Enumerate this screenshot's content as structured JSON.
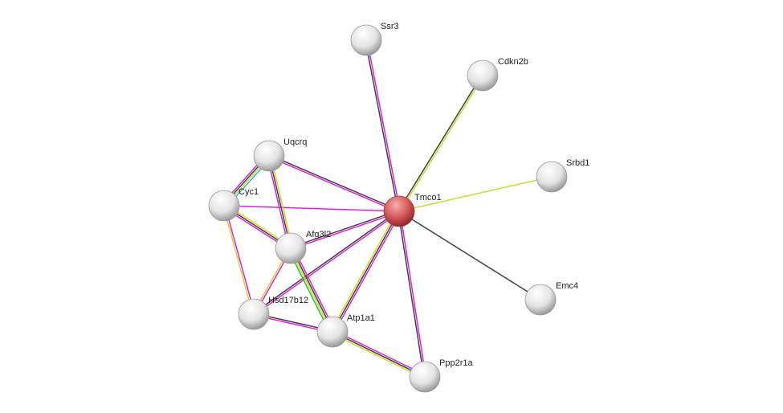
{
  "colors": {
    "magenta": "#e020e0",
    "dark": "#404040",
    "yellow": "#c8dc28",
    "cyan": "#30b8e0",
    "green": "#28c028",
    "query": "#d05050",
    "node": "#e8e8e8"
  },
  "nodes": [
    {
      "id": "Ssr3",
      "label": "Ssr3",
      "query": false
    },
    {
      "id": "Cdkn2b",
      "label": "Cdkn2b",
      "query": false
    },
    {
      "id": "Srbd1",
      "label": "Srbd1",
      "query": false
    },
    {
      "id": "Tmco1",
      "label": "Tmco1",
      "query": true
    },
    {
      "id": "Emc4",
      "label": "Emc4",
      "query": false
    },
    {
      "id": "Uqcrq",
      "label": "Uqcrq",
      "query": false
    },
    {
      "id": "Cyc1",
      "label": "Cyc1",
      "query": false
    },
    {
      "id": "Afg3l2",
      "label": "Afg3l2",
      "query": false
    },
    {
      "id": "Hsd17b12",
      "label": "Hsd17b12",
      "query": false
    },
    {
      "id": "Atp1a1",
      "label": "Atp1a1",
      "query": false
    },
    {
      "id": "Ppp2r1a",
      "label": "Ppp2r1a",
      "query": false
    }
  ],
  "edges": [
    {
      "a": "Ssr3",
      "b": "Tmco1",
      "types": [
        "magenta",
        "dark"
      ]
    },
    {
      "a": "Cdkn2b",
      "b": "Tmco1",
      "types": [
        "yellow",
        "dark"
      ]
    },
    {
      "a": "Srbd1",
      "b": "Tmco1",
      "types": [
        "yellow"
      ]
    },
    {
      "a": "Emc4",
      "b": "Tmco1",
      "types": [
        "dark"
      ]
    },
    {
      "a": "Uqcrq",
      "b": "Tmco1",
      "types": [
        "dark",
        "magenta"
      ]
    },
    {
      "a": "Cyc1",
      "b": "Tmco1",
      "types": [
        "magenta"
      ]
    },
    {
      "a": "Afg3l2",
      "b": "Tmco1",
      "types": [
        "dark",
        "magenta"
      ]
    },
    {
      "a": "Hsd17b12",
      "b": "Tmco1",
      "types": [
        "dark",
        "magenta"
      ]
    },
    {
      "a": "Atp1a1",
      "b": "Tmco1",
      "types": [
        "yellow",
        "dark",
        "magenta"
      ]
    },
    {
      "a": "Ppp2r1a",
      "b": "Tmco1",
      "types": [
        "dark",
        "magenta"
      ]
    },
    {
      "a": "Uqcrq",
      "b": "Cyc1",
      "types": [
        "cyan",
        "yellow",
        "dark",
        "magenta"
      ]
    },
    {
      "a": "Uqcrq",
      "b": "Afg3l2",
      "types": [
        "yellow",
        "dark",
        "magenta"
      ]
    },
    {
      "a": "Cyc1",
      "b": "Afg3l2",
      "types": [
        "yellow",
        "dark",
        "magenta"
      ]
    },
    {
      "a": "Cyc1",
      "b": "Hsd17b12",
      "types": [
        "magenta",
        "yellow"
      ]
    },
    {
      "a": "Afg3l2",
      "b": "Hsd17b12",
      "types": [
        "magenta",
        "yellow"
      ]
    },
    {
      "a": "Afg3l2",
      "b": "Atp1a1",
      "types": [
        "magenta",
        "dark",
        "yellow",
        "green"
      ]
    },
    {
      "a": "Hsd17b12",
      "b": "Atp1a1",
      "types": [
        "dark",
        "magenta"
      ]
    },
    {
      "a": "Atp1a1",
      "b": "Ppp2r1a",
      "types": [
        "magenta",
        "dark",
        "yellow"
      ]
    }
  ]
}
